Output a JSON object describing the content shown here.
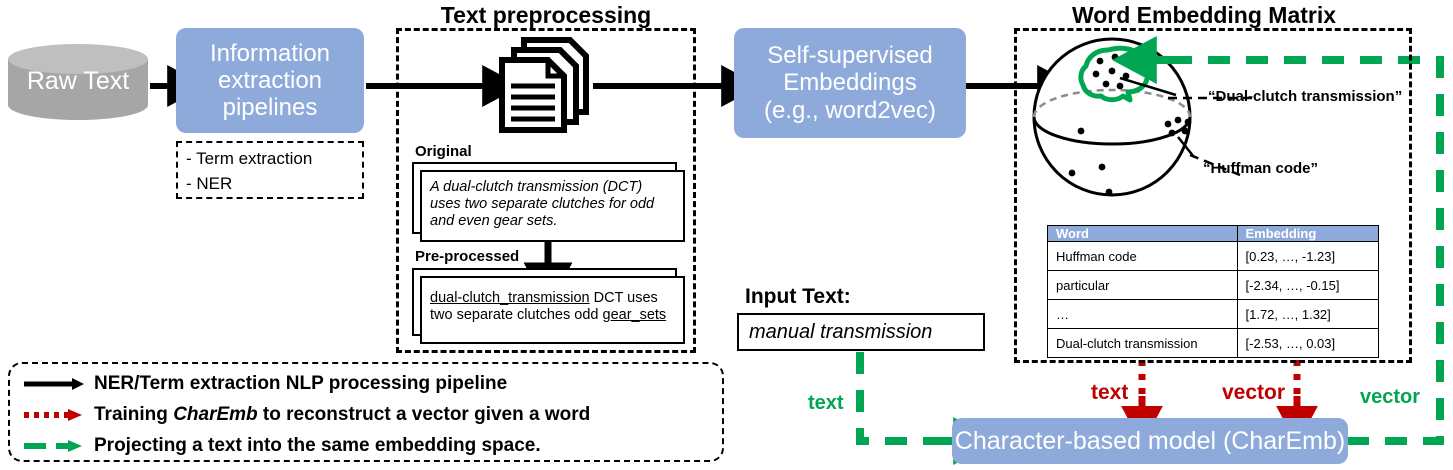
{
  "colors": {
    "blue_box": "#8EAADB",
    "cylinder": "#A6A6A6",
    "green": "#00A651",
    "red": "#C00000",
    "black": "#000000"
  },
  "sections": {
    "text_preprocessing_title": "Text preprocessing",
    "word_embedding_title": "Word Embedding Matrix"
  },
  "raw_text": {
    "label": "Raw Text"
  },
  "info_extraction": {
    "label": "Information extraction pipelines",
    "line1": "Information",
    "line2": "extraction",
    "line3": "pipelines",
    "bullets": [
      "-   Term extraction",
      "-   NER"
    ]
  },
  "preprocessing": {
    "docs_icon": "documents-stack-icon",
    "original_label": "Original",
    "original_text_line1": "A dual-clutch transmission (DCT)",
    "original_text_line2": "uses two separate clutches for odd",
    "original_text_line3": "and even gear sets.",
    "preprocessed_label": "Pre-processed",
    "preprocessed_underlined_1": "dual-clutch_transmission",
    "preprocessed_rest_1": " DCT uses",
    "preprocessed_rest_2": "two separate clutches odd ",
    "preprocessed_underlined_2": "gear_sets"
  },
  "embeddings_box": {
    "line1": "Self-supervised",
    "line2": "Embeddings",
    "line3": "(e.g., word2vec)"
  },
  "sphere": {
    "cluster_label": "“Dual-clutch transmission”",
    "point_label": "“Huffman code”"
  },
  "embedding_table": {
    "headers": [
      "Word",
      "Embedding"
    ],
    "rows": [
      [
        "Huffman code",
        "[0.23, …, -1.23]"
      ],
      [
        "particular",
        "[-2.34, …, -0.15]"
      ],
      [
        "…",
        "[1.72, …, 1.32]"
      ],
      [
        "Dual-clutch transmission",
        "[-2.53, …, 0.03]"
      ]
    ]
  },
  "input_text": {
    "label": "Input Text:",
    "value": "manual transmission"
  },
  "charemb": {
    "label": "Character-based model (CharEmb)"
  },
  "flow_labels": {
    "text_green": "text",
    "text_red": "text",
    "vector_red": "vector",
    "vector_green": "vector"
  },
  "legend": {
    "items": [
      {
        "arrow": "solid-black-arrow",
        "pre": "NER/Term extraction NLP processing pipeline",
        "em": "",
        "post": ""
      },
      {
        "arrow": "dotted-red-arrow",
        "pre": "Training ",
        "em": "CharEmb",
        "post": " to reconstruct a vector given a word"
      },
      {
        "arrow": "dashed-green-arrow",
        "pre": "Projecting a text into the same embedding space.",
        "em": "",
        "post": ""
      }
    ]
  }
}
